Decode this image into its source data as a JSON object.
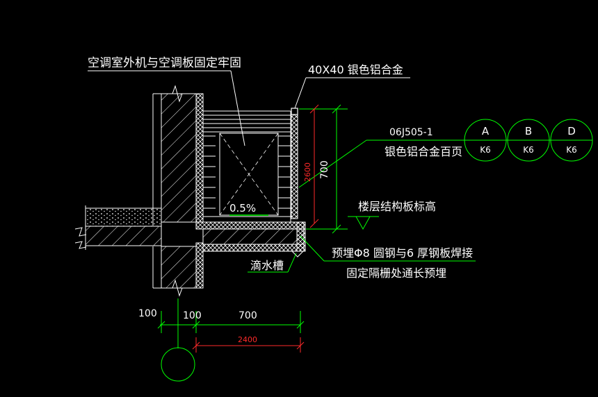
{
  "labels": {
    "ac_fix_note": "空调室外机与空调板固定牢固",
    "aluminum_angle": "40X40  银色铝合金",
    "louver_code": "06J505-1",
    "louver_desc": "银色铝合金百页",
    "floor_level": "楼层结构板标高",
    "embed_note_1": "预埋Φ8 圆钢与6 厚钢板焊接",
    "embed_note_2": "固定隔栅处通长预埋",
    "drip_groove": "滴水槽",
    "slope": "0.5%"
  },
  "dimensions": {
    "d_left": "100",
    "d_wall": "100",
    "d_slab": "700",
    "d_total": "2400",
    "d_height_red": "2600",
    "d_height_green": "700"
  },
  "callouts": [
    {
      "top": "A",
      "bottom": "K6"
    },
    {
      "top": "B",
      "bottom": "K6"
    },
    {
      "top": "D",
      "bottom": "K6"
    }
  ],
  "colors": {
    "background": "#000000",
    "line": "#ffffff",
    "dimension": "#00ff00",
    "dimension_red": "#ff2a2a",
    "text": "#ffffff"
  }
}
